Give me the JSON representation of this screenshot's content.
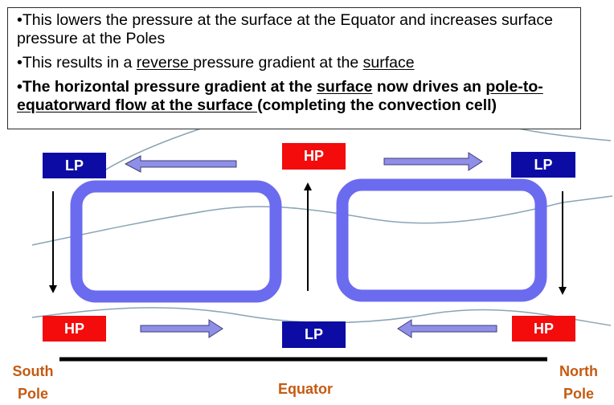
{
  "bullets": {
    "b1": {
      "text": "•This lowers the pressure at the surface at the Equator and increases surface pressure at the Poles"
    },
    "b2": {
      "pre": "•This results in a ",
      "u1": "reverse ",
      "mid": "pressure gradient at the ",
      "u2": "surface"
    },
    "b3": {
      "pre": "•The horizontal pressure gradient at the ",
      "u1": "surface",
      "mid": " now drives an ",
      "u2": "pole-to-equatorward flow at the surface ",
      "post": "(completing the convection cell)"
    }
  },
  "labels": {
    "lp_top_left": "LP",
    "hp_top_center": "HP",
    "lp_top_right": "LP",
    "hp_bottom_left": "HP",
    "lp_bottom_center": "LP",
    "hp_bottom_right": "HP"
  },
  "captions": {
    "south_pole": "South\nPole",
    "equator": "Equator",
    "north_pole": "North\nPole"
  },
  "colors": {
    "low_pressure": "#0c0ca4",
    "high_pressure": "#f40b0b",
    "cell": "#6b6bef",
    "arrow_fill": "#8f8fe8",
    "caption": "#c55a11"
  }
}
